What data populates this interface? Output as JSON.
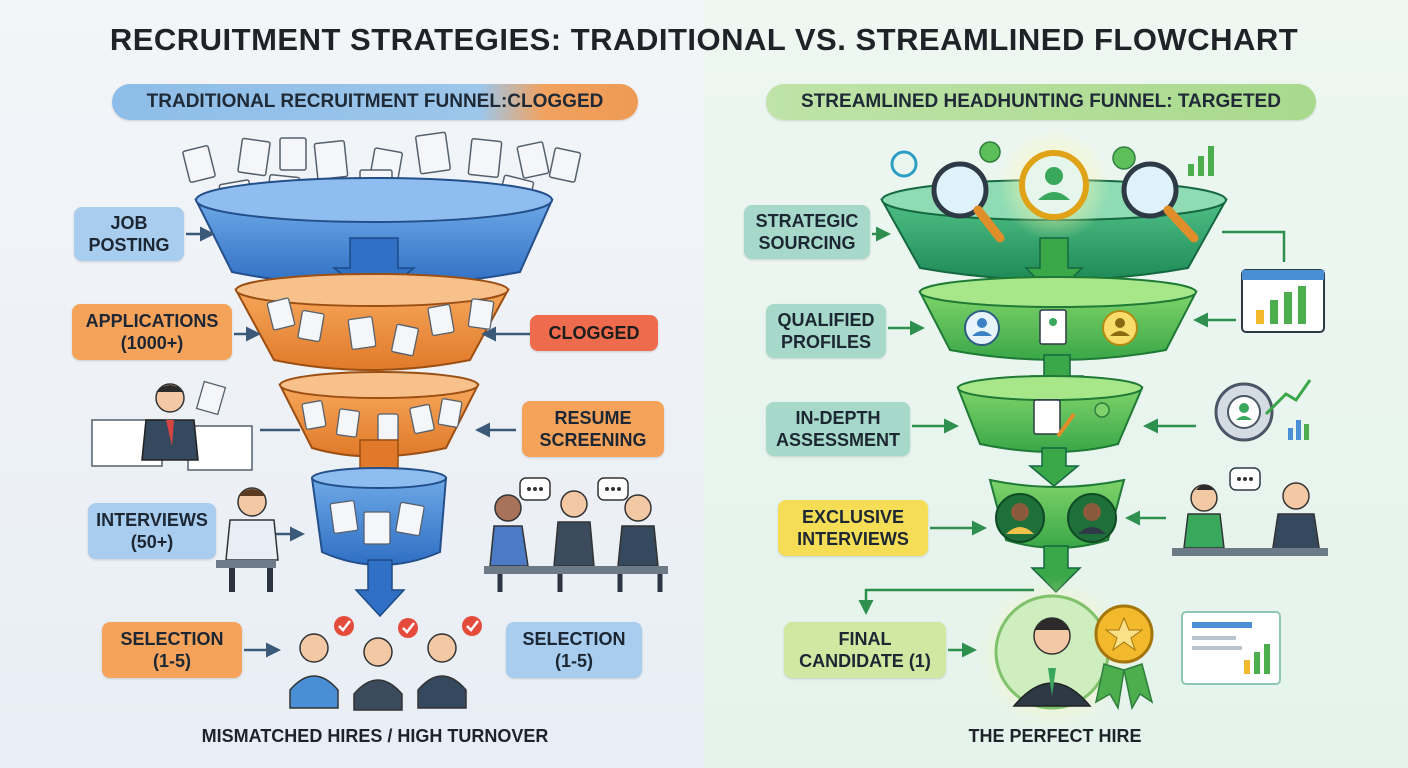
{
  "title": "RECRUITMENT STRATEGIES: TRADITIONAL VS. STREAMLINED FLOWCHART",
  "left": {
    "banner_main": "TRADITIONAL RECRUITMENT FUNNEL: ",
    "banner_accent": "CLOGGED",
    "labels": {
      "job_posting": "JOB\nPOSTING",
      "applications": "APPLICATIONS\n(1000+)",
      "clogged": "CLOGGED",
      "resume_screening": "RESUME\nSCREENING",
      "interviews": "INTERVIEWS\n(50+)",
      "selection_a": "SELECTION\n(1-5)",
      "selection_b": "SELECTION\n(1-5)"
    },
    "caption": "MISMATCHED HIRES / HIGH TURNOVER",
    "colors": {
      "funnel_top": "#3f7fcf",
      "funnel_mid": "#ef8a3a",
      "accent": "#ee6b4d"
    }
  },
  "right": {
    "banner": "STREAMLINED HEADHUNTING FUNNEL: TARGETED",
    "labels": {
      "strategic_sourcing": "STRATEGIC\nSOURCING",
      "qualified_profiles": "QUALIFIED\nPROFILES",
      "in_depth_assessment": "IN-DEPTH\nASSESSMENT",
      "exclusive_interviews": "EXCLUSIVE\nINTERVIEWS",
      "final_candidate": "FINAL\nCANDIDATE (1)"
    },
    "caption": "THE PERFECT HIRE",
    "colors": {
      "funnel_top": "#2fa36a",
      "funnel_mid": "#5cc04d",
      "badge": "#f2b92c"
    }
  }
}
